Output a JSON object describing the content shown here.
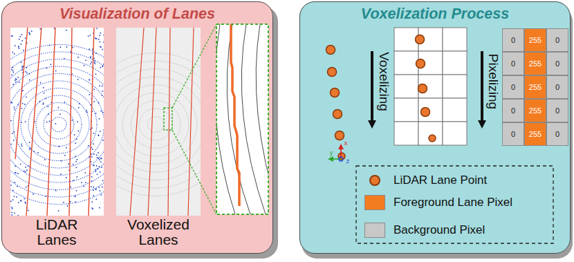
{
  "diagram": {
    "nodes": [
      {
        "text": [
          "Visualization of Lanes"
        ]
      },
      {
        "text": [
          "Voxelization Process"
        ]
      },
      {
        "text": [
          "0"
        ],
        "in": 1
      },
      {
        "text": [
          "255"
        ],
        "in": 1
      },
      {
        "text": [
          "0"
        ],
        "in": 1
      },
      {
        "text": [
          "0"
        ],
        "in": 1
      },
      {
        "text": [
          "255"
        ],
        "in": 1
      },
      {
        "text": [
          "0"
        ],
        "in": 1
      },
      {
        "text": [
          "0"
        ],
        "in": 1
      },
      {
        "text": [
          "255"
        ],
        "in": 1
      },
      {
        "text": [
          "0"
        ],
        "in": 1
      },
      {
        "text": [
          "0"
        ],
        "in": 1
      },
      {
        "text": [
          "255"
        ],
        "in": 1
      },
      {
        "text": [
          "0"
        ],
        "in": 1
      },
      {
        "text": [
          "0"
        ],
        "in": 1
      },
      {
        "text": [
          "255"
        ],
        "in": 1
      },
      {
        "text": [
          "0"
        ],
        "in": 1
      }
    ],
    "labels": [
      "LiDAR Lanes",
      "Voxelized Lanes",
      "Voxelizing",
      "Pixelizing",
      "x",
      "y",
      "z",
      "255",
      "0"
    ],
    "legend": [
      {
        "text": "LiDAR Lane Point"
      },
      {
        "text": "Foreground Lane Pixel",
        "color": "#f47c20"
      },
      {
        "text": "Background Pixel",
        "color": "#c8c8c8"
      }
    ]
  }
}
